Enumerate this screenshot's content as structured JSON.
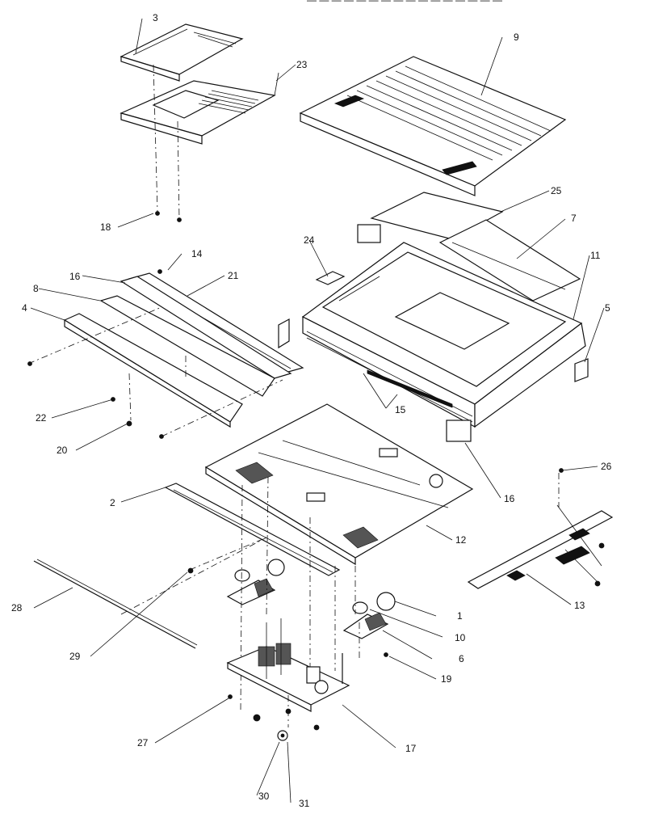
{
  "header_fragment": "— —  — —  — — — — — — — — — — — —",
  "callouts": {
    "c1": "1",
    "c2": "2",
    "c3": "3",
    "c4": "4",
    "c5": "5",
    "c6": "6",
    "c7": "7",
    "c8": "8",
    "c9": "9",
    "c10": "10",
    "c11": "11",
    "c12": "12",
    "c13": "13",
    "c14": "14",
    "c15": "15",
    "c16a": "16",
    "c16b": "16",
    "c17": "17",
    "c18": "18",
    "c19": "19",
    "c20": "20",
    "c21": "21",
    "c22": "22",
    "c23": "23",
    "c24": "24",
    "c25": "25",
    "c26": "26",
    "c27": "27",
    "c28": "28",
    "c29": "29",
    "c30": "30",
    "c31": "31"
  }
}
